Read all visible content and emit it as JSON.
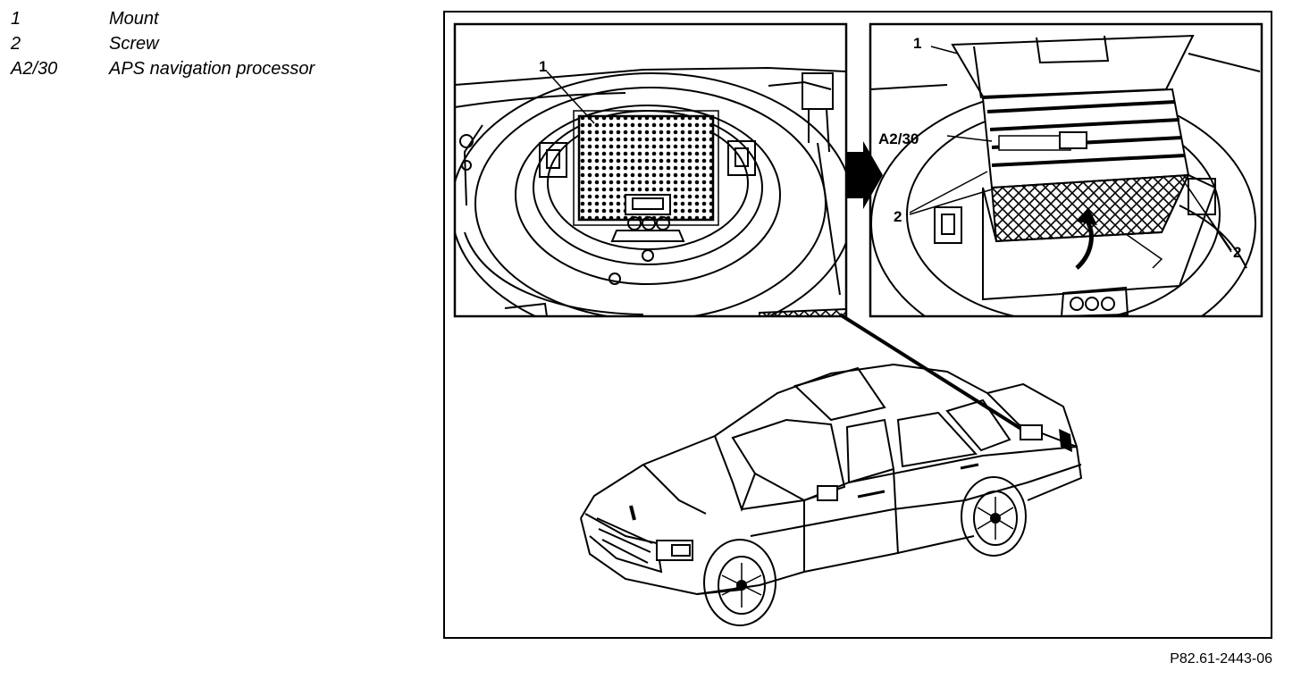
{
  "legend": [
    {
      "key": "1",
      "text": "Mount"
    },
    {
      "key": "2",
      "text": "Screw"
    },
    {
      "key": "A2/30",
      "text": "APS navigation processor"
    }
  ],
  "callouts": {
    "left_mount": "1",
    "right_mount": "1",
    "processor": "A2/30",
    "screw_left": "2",
    "screw_right": "2"
  },
  "figure_ref": "P82.61-2443-06"
}
